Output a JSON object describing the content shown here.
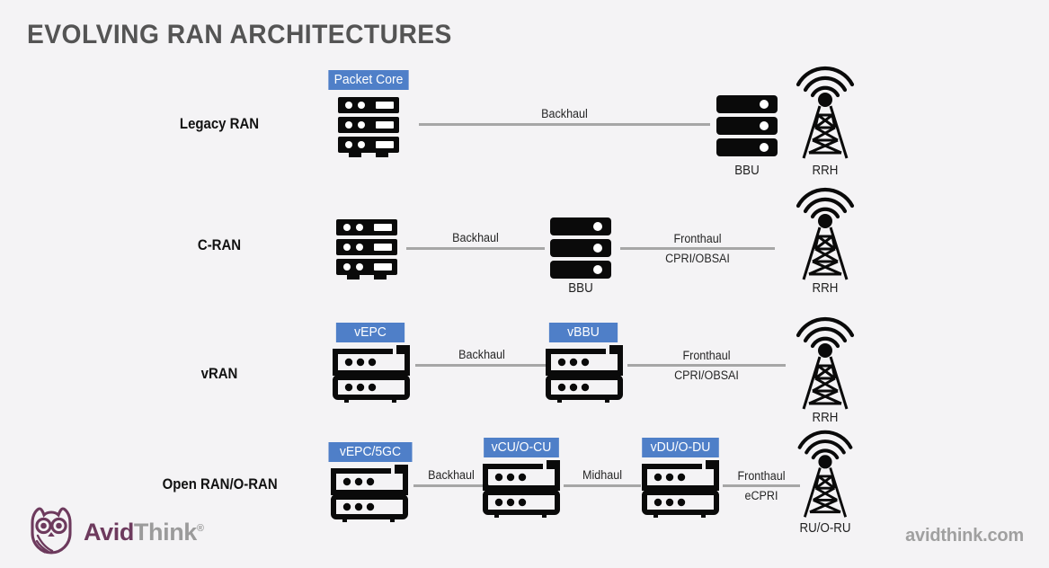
{
  "title": "EVOLVING RAN ARCHITECTURES",
  "colors": {
    "background": "#f4f3f5",
    "badge_blue": "#4f7fc8",
    "line_gray": "#a6a6a6",
    "title_gray": "#545454",
    "logo_purple": "#6d3a5d",
    "logo_gray": "#9b9b9b"
  },
  "rows": [
    {
      "label": "Legacy RAN",
      "nodes": [
        {
          "name": "packet-core",
          "badge": "Packet Core",
          "icon": "server-black",
          "caption": ""
        },
        {
          "name": "bbu",
          "badge": "",
          "icon": "bbu-black",
          "caption": "BBU"
        },
        {
          "name": "rrh",
          "badge": "",
          "icon": "cell-tower",
          "caption": "RRH"
        }
      ],
      "links": [
        {
          "name": "backhaul",
          "top": "Backhaul",
          "bottom": ""
        }
      ]
    },
    {
      "label": "C-RAN",
      "nodes": [
        {
          "name": "packet-core",
          "badge": "",
          "icon": "server-black",
          "caption": ""
        },
        {
          "name": "bbu",
          "badge": "",
          "icon": "bbu-black",
          "caption": "BBU"
        },
        {
          "name": "rrh",
          "badge": "",
          "icon": "cell-tower",
          "caption": "RRH"
        }
      ],
      "links": [
        {
          "name": "backhaul",
          "top": "Backhaul",
          "bottom": ""
        },
        {
          "name": "fronthaul",
          "top": "Fronthaul",
          "bottom": "CPRI/OBSAI"
        }
      ]
    },
    {
      "label": "vRAN",
      "nodes": [
        {
          "name": "vepc",
          "badge": "vEPC",
          "icon": "server-outline",
          "caption": ""
        },
        {
          "name": "vbbu",
          "badge": "vBBU",
          "icon": "server-outline",
          "caption": ""
        },
        {
          "name": "rrh",
          "badge": "",
          "icon": "cell-tower",
          "caption": "RRH"
        }
      ],
      "links": [
        {
          "name": "backhaul",
          "top": "Backhaul",
          "bottom": ""
        },
        {
          "name": "fronthaul",
          "top": "Fronthaul",
          "bottom": "CPRI/OBSAI"
        }
      ]
    },
    {
      "label": "Open RAN/O-RAN",
      "nodes": [
        {
          "name": "vepc-5gc",
          "badge": "vEPC/5GC",
          "icon": "server-outline",
          "caption": ""
        },
        {
          "name": "vcu-o-cu",
          "badge": "vCU/O-CU",
          "icon": "server-outline",
          "caption": ""
        },
        {
          "name": "vdu-o-du",
          "badge": "vDU/O-DU",
          "icon": "server-outline",
          "caption": ""
        },
        {
          "name": "ru-o-ru",
          "badge": "",
          "icon": "cell-tower",
          "caption": "RU/O-RU"
        }
      ],
      "links": [
        {
          "name": "backhaul",
          "top": "Backhaul",
          "bottom": ""
        },
        {
          "name": "midhaul",
          "top": "Midhaul",
          "bottom": ""
        },
        {
          "name": "fronthaul",
          "top": "Fronthaul",
          "bottom": "eCPRI"
        }
      ]
    }
  ],
  "footer": {
    "logo_avid": "Avid",
    "logo_think": "Think",
    "logo_reg": "®",
    "website": "avidthink.com"
  }
}
